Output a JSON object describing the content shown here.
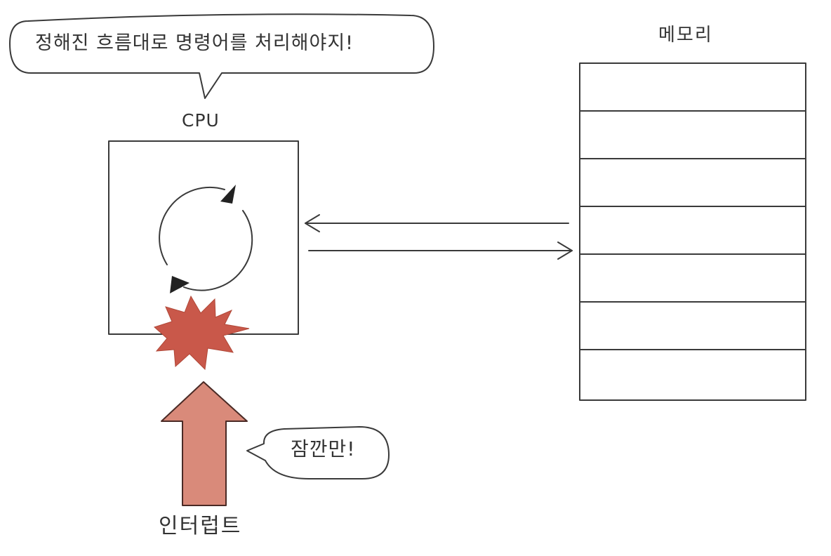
{
  "cpu": {
    "label": "CPU",
    "speech": "정해진 흐름대로 명령어를 처리해야지!"
  },
  "memory": {
    "label": "메모리",
    "slots": 7
  },
  "interrupt": {
    "label": "인터럽트",
    "speech": "잠깐만!"
  },
  "colors": {
    "ink": "#3a3a3a",
    "burst": "#c9584a",
    "arrow_fill": "#d98a7a",
    "arrow_outline": "#4a2a25"
  }
}
